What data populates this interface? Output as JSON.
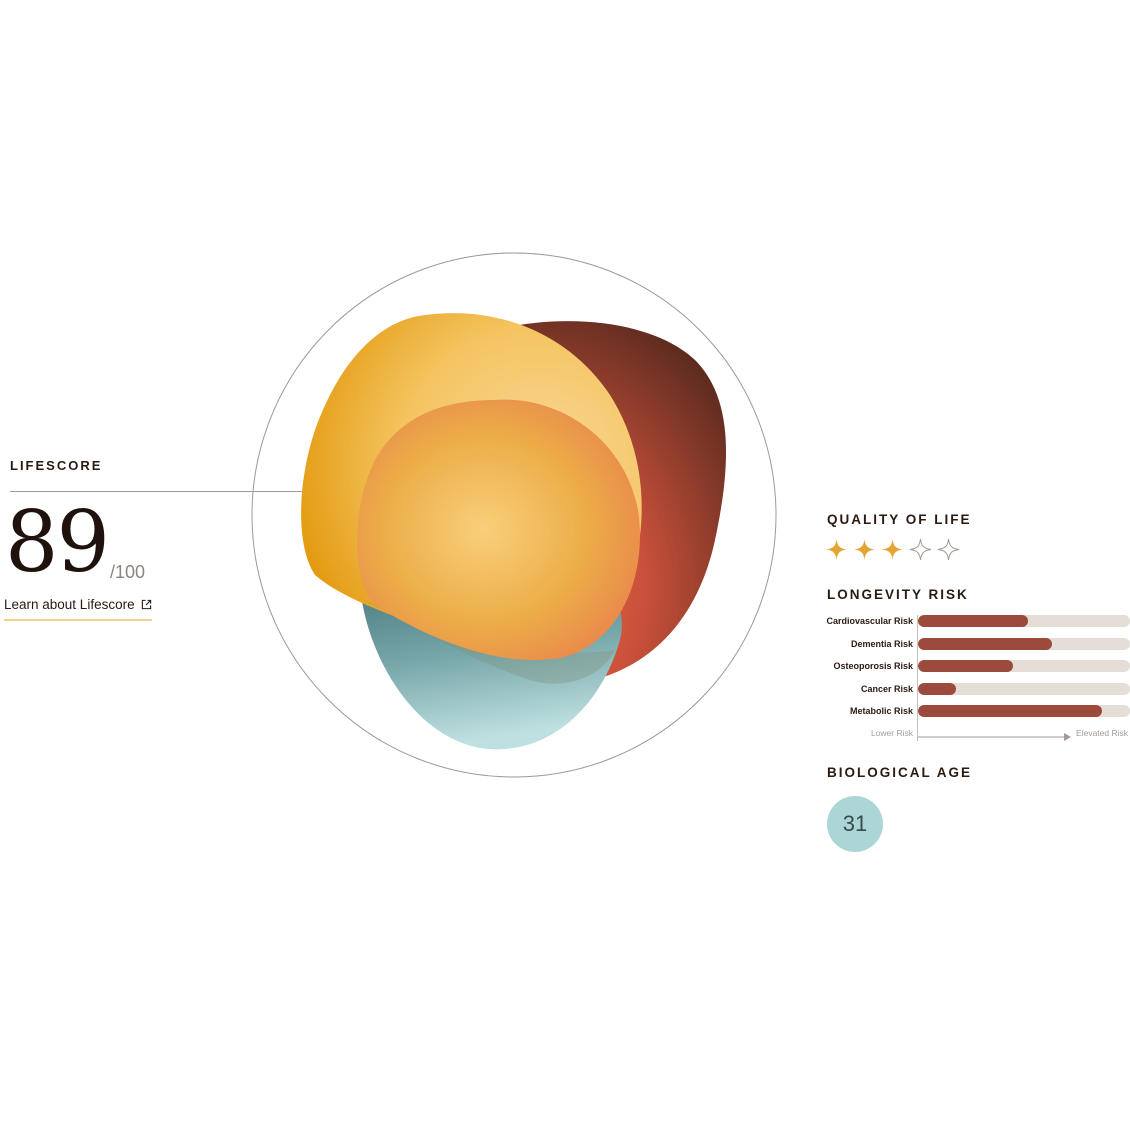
{
  "lifescore": {
    "label": "LIFESCORE",
    "score": "89",
    "max": "/100",
    "link_label": "Learn about Lifescore",
    "link_icon": "external-link-icon"
  },
  "quality_of_life": {
    "title": "QUALITY OF LIFE",
    "rating": 3,
    "max_rating": 5,
    "icon": "sparkle-star-icon",
    "filled_color": "#e3a52f",
    "empty_color": "#a49a94"
  },
  "longevity_risk": {
    "title": "LONGEVITY RISK",
    "fill_color": "#9b4a3b",
    "track_color": "#e4ded6",
    "items": [
      {
        "label": "Cardiovascular Risk",
        "level": 0.52
      },
      {
        "label": "Dementia Risk",
        "level": 0.63
      },
      {
        "label": "Osteoporosis Risk",
        "level": 0.45
      },
      {
        "label": "Cancer Risk",
        "level": 0.18
      },
      {
        "label": "Metabolic Risk",
        "level": 0.87
      }
    ],
    "scale_low": "Lower Risk",
    "scale_high": "Elevated Risk"
  },
  "biological_age": {
    "title": "BIOLOGICAL AGE",
    "value": "31",
    "badge_color": "#acd6d6"
  },
  "colors": {
    "accent_gold": "#e3a52f",
    "brown": "#5e2b1f",
    "orange_red": "#e8623e",
    "teal": "#6f9a9b",
    "link_underline": "#efd18c"
  }
}
